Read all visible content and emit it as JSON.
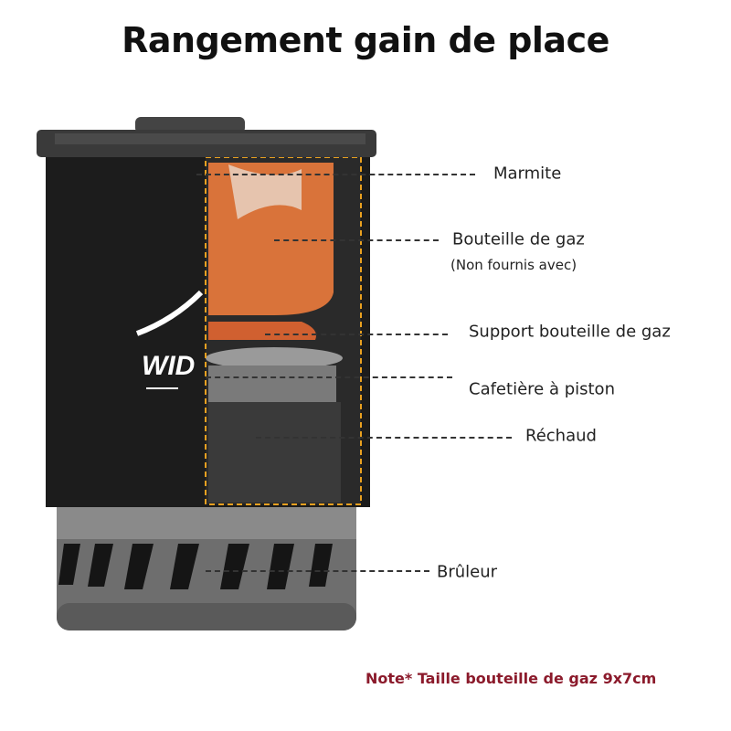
{
  "title": "Rangement gain de place",
  "logo_text": "WID",
  "labels": {
    "marmite": "Marmite",
    "bouteille": "Bouteille de gaz",
    "bouteille_note": "(Non fournis avec)",
    "support": "Support bouteille de gaz",
    "cafetiere": "Cafetière à piston",
    "rechaud": "Réchaud",
    "bruleur": "Brûleur"
  },
  "note": "Note* Taille bouteille de gaz 9x7cm",
  "colors": {
    "note": "#8b1a2b",
    "cutaway_outline": "#e8a020",
    "gas_canister": "#d9733a"
  }
}
